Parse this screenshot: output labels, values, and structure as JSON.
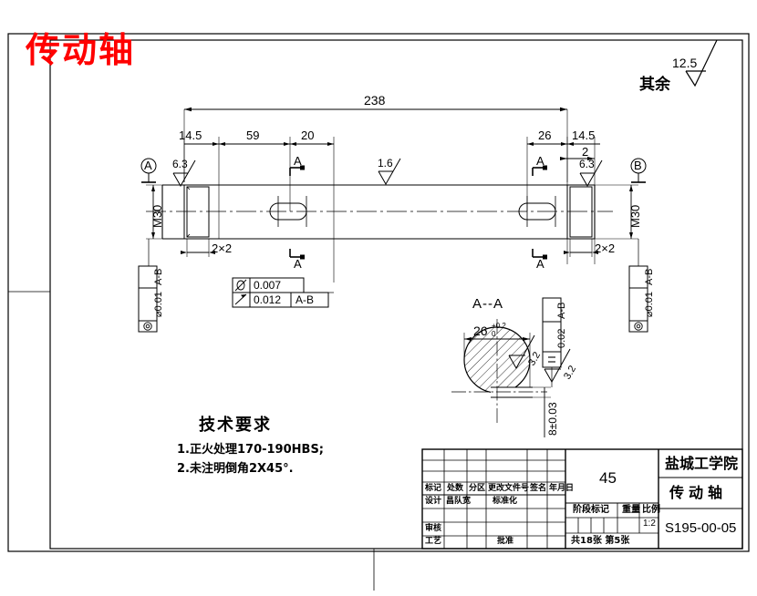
{
  "document": {
    "title_red": "传动轴",
    "general_roughness_label": "其余",
    "general_roughness_value": "12.5"
  },
  "main_view": {
    "overall_length": "238",
    "dims_left": [
      "14.5",
      "59",
      "20"
    ],
    "dims_right": [
      "26",
      "14.5",
      "2"
    ],
    "thread_left": "M30",
    "thread_right": "M30",
    "groove_left": "2×2",
    "groove_right": "2×2",
    "roughness_left": "6.3",
    "roughness_right": "6.3",
    "roughness_body": "1.6",
    "datum_left": "A",
    "datum_right": "B",
    "section_marks": [
      "A",
      "A",
      "A",
      "A"
    ]
  },
  "tolerance_frames": {
    "left_vertical": {
      "symbol": "◎",
      "value": "⌀0.01",
      "datum": "A-B"
    },
    "right_vertical": {
      "symbol": "◎",
      "value": "⌀0.01",
      "datum": "A-B"
    },
    "center_top": {
      "symbol": "⌭",
      "value": "0.007",
      "datum": ""
    },
    "center_bottom": {
      "symbol": "↗",
      "value": "0.012",
      "datum": "A-B"
    },
    "section_vertical": {
      "symbol": "=",
      "value": "0.02",
      "datum": "A-B"
    }
  },
  "section_view": {
    "label": "A--A",
    "diameter": "26",
    "diameter_tol_upper": "+0.2",
    "diameter_tol_lower": "0",
    "key_depth": "8±0.03",
    "roughness_a": "3.2",
    "roughness_b": "3.2"
  },
  "technical_requirements": {
    "heading": "技术要求",
    "items": [
      "1.正火处理170-190HBS;",
      "2.未注明倒角2X45°."
    ]
  },
  "title_block": {
    "material": "45",
    "institute": "盐城工学院",
    "part_name": "传动轴",
    "drawing_number": "S195-00-05",
    "scale": "1:2",
    "change_headers": [
      "标记",
      "处数",
      "分区",
      "更改文件号",
      "签名",
      "年月日"
    ],
    "roles": [
      "设计",
      "审核",
      "工艺"
    ],
    "role_values": [
      "昌队宽",
      "",
      ""
    ],
    "standardize_label": "标准化",
    "approve_label": "批准",
    "stage_mark_label": "阶段标记",
    "weight_label": "重量",
    "scale_label": "比例",
    "sheet_info": "共18张 第5张"
  },
  "colors": {
    "line": "#000000",
    "title_red": "#FF0000",
    "paper": "#FFFFFF"
  }
}
